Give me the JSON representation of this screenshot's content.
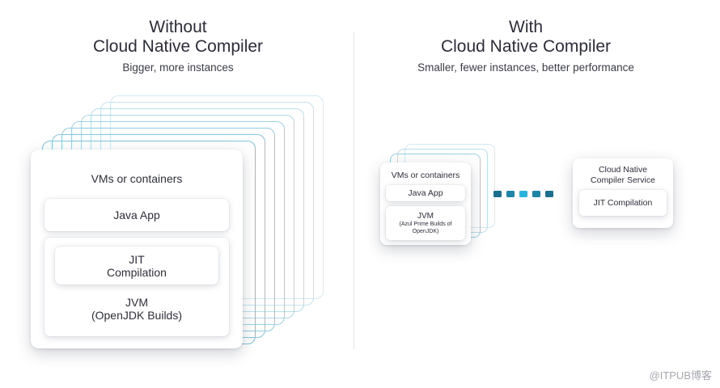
{
  "left": {
    "title_line1": "Without",
    "title_line2": "Cloud Native Compiler",
    "subtitle": "Bigger, more instances",
    "container_label": "VMs or containers",
    "app_label": "Java App",
    "jit_line1": "JIT",
    "jit_line2": "Compilation",
    "jvm_line1": "JVM",
    "jvm_line2": "(OpenJDK Builds)"
  },
  "right": {
    "title_line1": "With",
    "title_line2": "Cloud Native Compiler",
    "subtitle": "Smaller, fewer instances, better performance",
    "container_label": "VMs or containers",
    "app_label": "Java App",
    "jvm_line1": "JVM",
    "jvm_line2": "(Azul Prime Builds of",
    "jvm_line3": "OpenJDK)",
    "service_line1": "Cloud Native",
    "service_line2": "Compiler Service",
    "service_jit": "JIT Compilation"
  },
  "connector_colors": [
    "#1b6f8f",
    "#1e85a8",
    "#29b3de",
    "#1e85a8",
    "#1b6f8f"
  ],
  "stack_color": "#7fc3dc",
  "watermark": "@ITPUB博客"
}
